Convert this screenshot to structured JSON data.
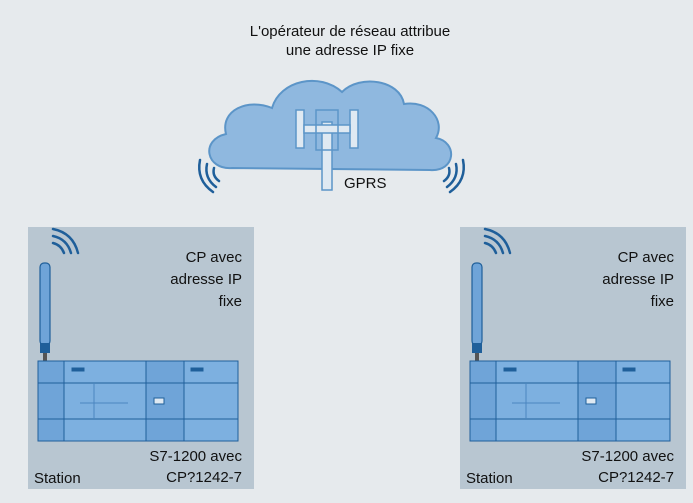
{
  "header": {
    "line1": "L'opérateur de réseau attribue",
    "line2": "une adresse IP fixe"
  },
  "cloud": {
    "label": "GPRS",
    "icon": "gprs-antenna-tower-icon"
  },
  "stations": [
    {
      "cp_lines": [
        "CP avec",
        "adresse IP",
        "fixe"
      ],
      "station_label": "Station",
      "model_lines": [
        "S7-1200 avec",
        "CP?1242-7"
      ]
    },
    {
      "cp_lines": [
        "CP avec",
        "adresse IP",
        "fixe"
      ],
      "station_label": "Station",
      "model_lines": [
        "S7-1200 avec",
        "CP?1242-7"
      ]
    }
  ],
  "colors": {
    "background": "#e6eaed",
    "cloud_fill": "#8fb8df",
    "cloud_stroke": "#5c95c8",
    "station_panel": "#b8c6d1",
    "device_blue": "#6fa4d8",
    "wave_blue": "#1f5f9a"
  }
}
